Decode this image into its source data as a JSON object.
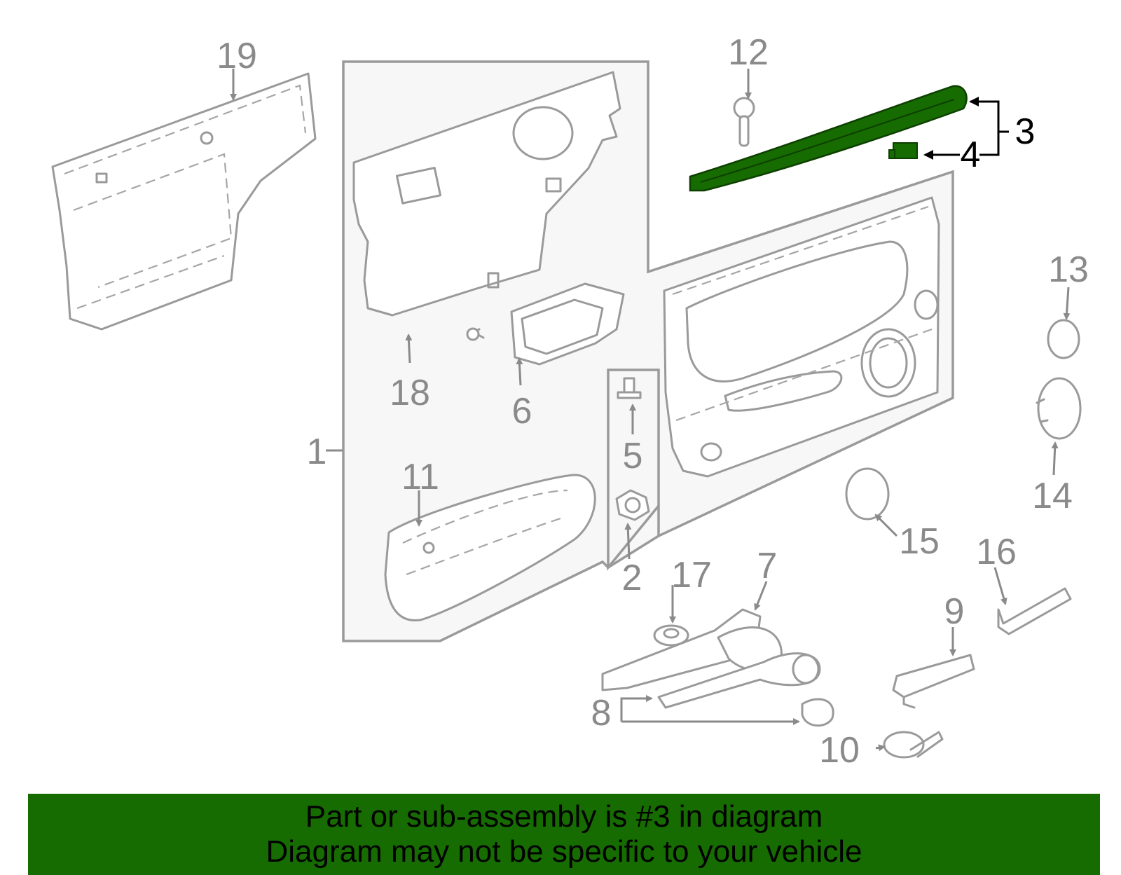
{
  "highlight_color": "#166c00",
  "highlighted_part": "3",
  "labels": {
    "p1": "1",
    "p2": "2",
    "p3": "3",
    "p4": "4",
    "p5": "5",
    "p6": "6",
    "p7": "7",
    "p8": "8",
    "p9": "9",
    "p10": "10",
    "p11": "11",
    "p12": "12",
    "p13": "13",
    "p14": "14",
    "p15": "15",
    "p16": "16",
    "p17": "17",
    "p18": "18",
    "p19": "19"
  },
  "banner": {
    "line1": "Part or sub-assembly is #3 in diagram",
    "line2": "Diagram may not be specific to your vehicle"
  }
}
